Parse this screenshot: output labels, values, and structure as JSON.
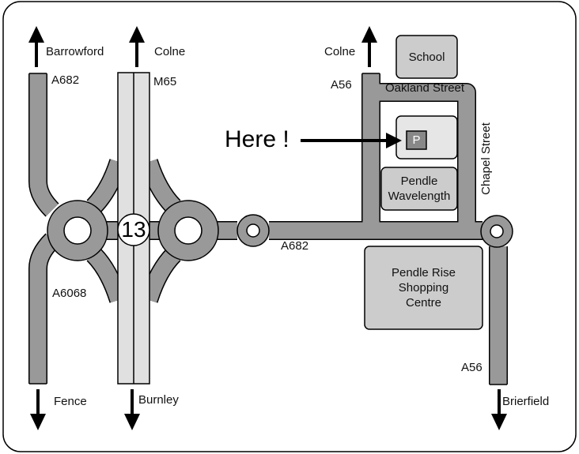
{
  "map": {
    "destinations": {
      "barrowford": "Barrowford",
      "colne_m65": "Colne",
      "colne_a56": "Colne",
      "fence": "Fence",
      "burnley": "Burnley",
      "brierfield": "Brierfield"
    },
    "roads": {
      "a682_north": "A682",
      "m65": "M65",
      "a56_north": "A56",
      "oakland_street": "Oakland Street",
      "chapel_street": "Chapel Street",
      "a6068": "A6068",
      "a682_east": "A682",
      "a56_south": "A56"
    },
    "junction_number": "13",
    "buildings": {
      "school": "School",
      "pendle_wavelength": "Pendle Wavelength",
      "shopping_centre": "Pendle Rise Shopping Centre"
    },
    "parking_symbol": "P",
    "here_label": "Here !",
    "colors": {
      "road": "#999999",
      "motorway": "#e0e0e0",
      "building": "#cccccc",
      "outline": "#000000"
    }
  }
}
